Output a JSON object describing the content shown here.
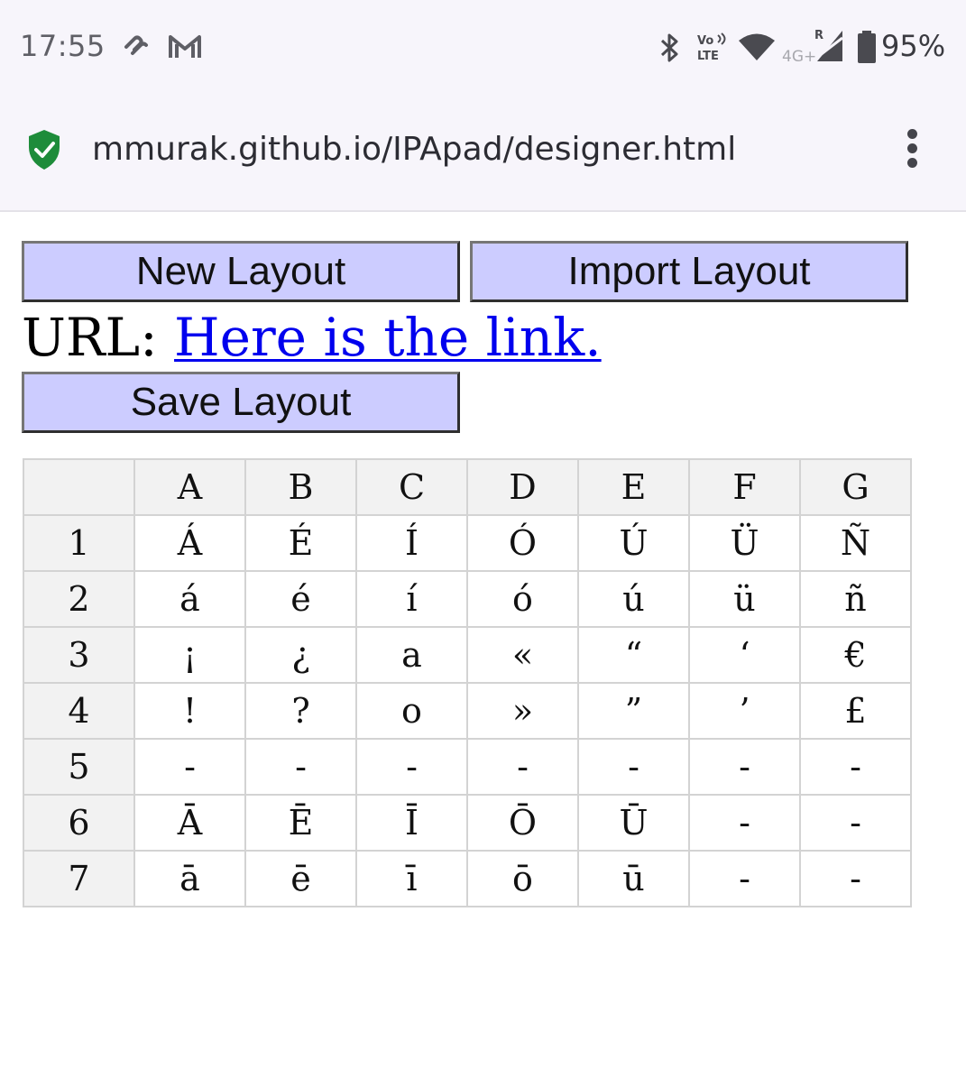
{
  "status_bar": {
    "time": "17:55",
    "notification_icons": [
      "link-icon",
      "gmail-icon"
    ],
    "system_icons": [
      "bluetooth-icon",
      "volte-icon",
      "wifi-icon",
      "cell-signal-icon",
      "battery-icon"
    ],
    "volte_label_top": "Vo",
    "volte_label_bottom": "LTE",
    "network_label": "4G+",
    "roaming_label": "R",
    "battery": "95%"
  },
  "address_bar": {
    "url": "mmurak.github.io/IPApad/designer.html",
    "secure_icon": "shield-check-icon",
    "menu_icon": "more-vert-icon"
  },
  "page": {
    "new_layout_label": "New Layout",
    "import_layout_label": "Import Layout",
    "url_label": "URL:",
    "url_link_text": "Here is the link.",
    "save_layout_label": "Save Layout"
  },
  "table": {
    "corner": "",
    "columns": [
      "A",
      "B",
      "C",
      "D",
      "E",
      "F",
      "G"
    ],
    "rows": [
      {
        "label": "1",
        "cells": [
          "Á",
          "É",
          "Í",
          "Ó",
          "Ú",
          "Ü",
          "Ñ"
        ]
      },
      {
        "label": "2",
        "cells": [
          "á",
          "é",
          "í",
          "ó",
          "ú",
          "ü",
          "ñ"
        ]
      },
      {
        "label": "3",
        "cells": [
          "¡",
          "¿",
          "a",
          "«",
          "“",
          "‘",
          "€"
        ]
      },
      {
        "label": "4",
        "cells": [
          "!",
          "?",
          "o",
          "»",
          "”",
          "’",
          "£"
        ]
      },
      {
        "label": "5",
        "cells": [
          "-",
          "-",
          "-",
          "-",
          "-",
          "-",
          "-"
        ]
      },
      {
        "label": "6",
        "cells": [
          "Ā",
          "Ē",
          "Ī",
          "Ō",
          "Ū",
          "-",
          "-"
        ]
      },
      {
        "label": "7",
        "cells": [
          "ā",
          "ē",
          "ī",
          "ō",
          "ū",
          "-",
          "-"
        ]
      }
    ]
  }
}
